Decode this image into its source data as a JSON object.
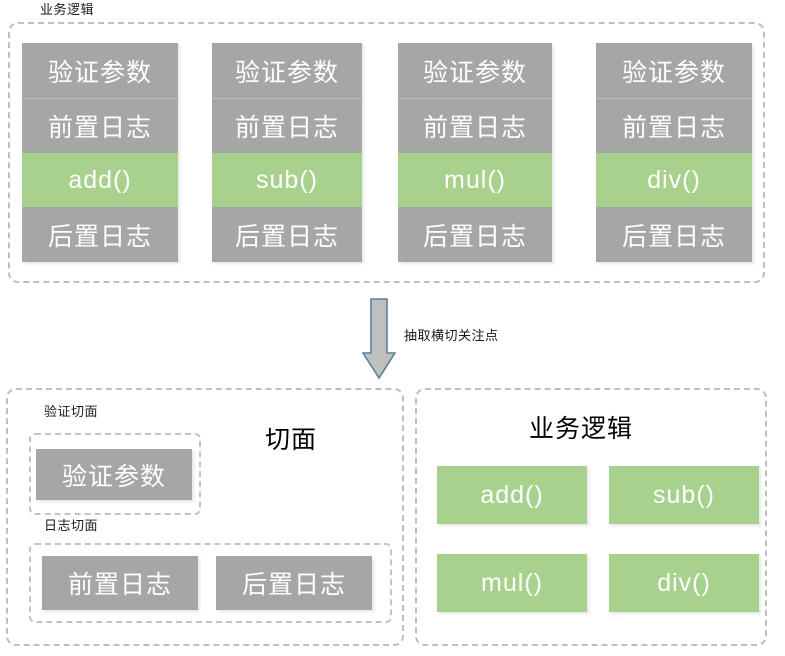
{
  "diagram": {
    "title_top": "业务逻辑",
    "arrow_label": "抽取横切关注点",
    "top_panel": {
      "label": "业务逻辑",
      "columns": [
        {
          "cells": [
            {
              "text": "验证参数",
              "kind": "gray"
            },
            {
              "text": "前置日志",
              "kind": "gray"
            },
            {
              "text": "add()",
              "kind": "green"
            },
            {
              "text": "后置日志",
              "kind": "gray"
            }
          ]
        },
        {
          "cells": [
            {
              "text": "验证参数",
              "kind": "gray"
            },
            {
              "text": "前置日志",
              "kind": "gray"
            },
            {
              "text": "sub()",
              "kind": "green"
            },
            {
              "text": "后置日志",
              "kind": "gray"
            }
          ]
        },
        {
          "cells": [
            {
              "text": "验证参数",
              "kind": "gray"
            },
            {
              "text": "前置日志",
              "kind": "gray"
            },
            {
              "text": "mul()",
              "kind": "green"
            },
            {
              "text": "后置日志",
              "kind": "gray"
            }
          ]
        },
        {
          "cells": [
            {
              "text": "验证参数",
              "kind": "gray"
            },
            {
              "text": "前置日志",
              "kind": "gray"
            },
            {
              "text": "div()",
              "kind": "green"
            },
            {
              "text": "后置日志",
              "kind": "gray"
            }
          ]
        }
      ]
    },
    "aspect_panel": {
      "heading": "切面",
      "groups": [
        {
          "label": "验证切面",
          "items": [
            {
              "text": "验证参数",
              "kind": "gray"
            }
          ]
        },
        {
          "label": "日志切面",
          "items": [
            {
              "text": "前置日志",
              "kind": "gray"
            },
            {
              "text": "后置日志",
              "kind": "gray"
            }
          ]
        }
      ]
    },
    "business_panel": {
      "heading": "业务逻辑",
      "items": [
        {
          "text": "add()",
          "kind": "green"
        },
        {
          "text": "sub()",
          "kind": "green"
        },
        {
          "text": "mul()",
          "kind": "green"
        },
        {
          "text": "div()",
          "kind": "green"
        }
      ]
    },
    "colors": {
      "gray_fill": "#a6a6a6",
      "green_fill": "#a9d18e",
      "dashed_border": "#bfbfbf",
      "arrow_fill": "#bfbfbf",
      "arrow_stroke": "#5b8099",
      "text_on_fill": "#ffffff",
      "background": "#ffffff"
    }
  }
}
